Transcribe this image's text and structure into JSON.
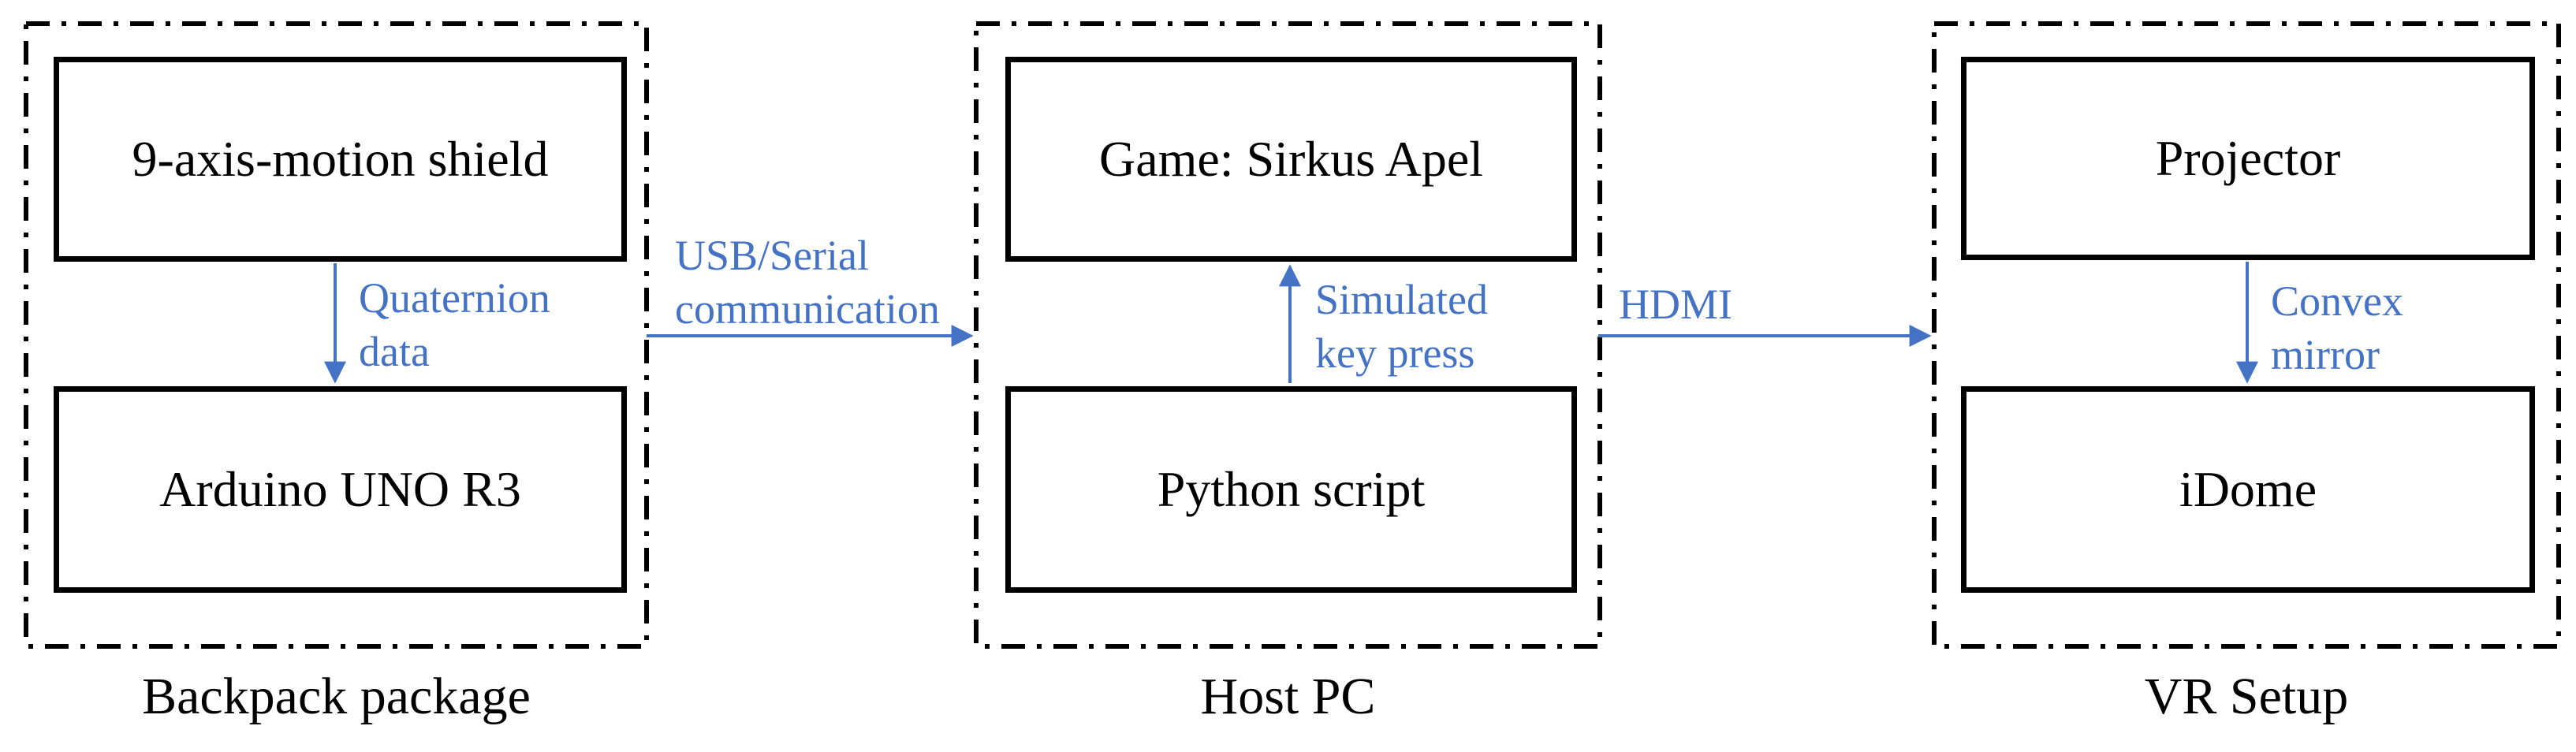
{
  "diagram": {
    "background": "#ffffff",
    "colors": {
      "accent_blue": "#4472C4",
      "line_black": "#000000"
    },
    "groups": [
      {
        "label": "Backpack package",
        "boxes": [
          {
            "label": "9-axis-motion shield"
          },
          {
            "label": "Arduino UNO R3"
          }
        ],
        "internal_arrow": {
          "direction": "down",
          "from": "9-axis-motion shield",
          "to": "Arduino UNO R3",
          "label_lines": [
            "Quaternion",
            "data"
          ]
        }
      },
      {
        "label": "Host PC",
        "boxes": [
          {
            "label": "Game: Sirkus Apel"
          },
          {
            "label": "Python script"
          }
        ],
        "internal_arrow": {
          "direction": "up",
          "from": "Python script",
          "to": "Game: Sirkus Apel",
          "label_lines": [
            "Simulated",
            "key press"
          ]
        }
      },
      {
        "label": "VR Setup",
        "boxes": [
          {
            "label": "Projector"
          },
          {
            "label": "iDome"
          }
        ],
        "internal_arrow": {
          "direction": "down",
          "from": "Projector",
          "to": "iDome",
          "label_lines": [
            "Convex",
            "mirror"
          ]
        }
      }
    ],
    "connections": [
      {
        "from": "Backpack package",
        "to": "Host PC",
        "label_lines": [
          "USB/Serial",
          "communication"
        ]
      },
      {
        "from": "Host PC",
        "to": "VR Setup",
        "label_lines": [
          "HDMI"
        ]
      }
    ]
  }
}
